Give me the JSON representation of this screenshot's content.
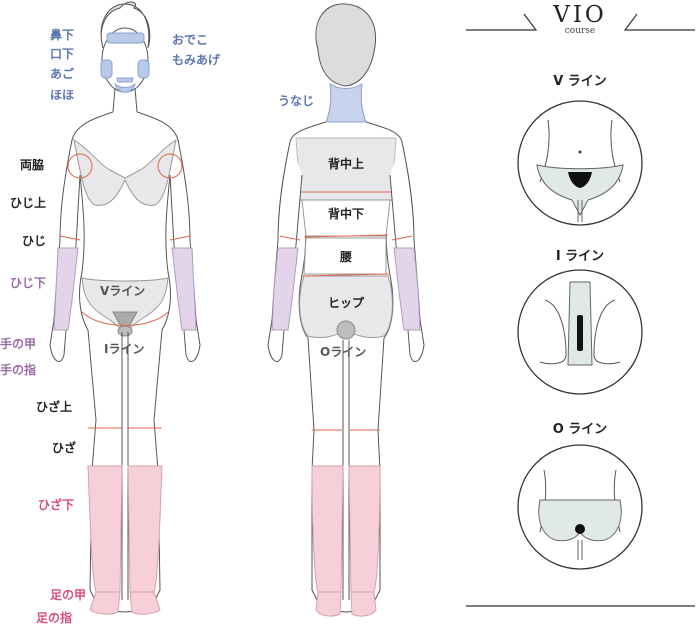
{
  "course": {
    "title": "VIO",
    "subtitle": "course"
  },
  "front": {
    "face_left": [
      "鼻下",
      "口下",
      "あご",
      "ほほ"
    ],
    "face_right": [
      "おでこ",
      "もみあげ"
    ],
    "body_left": {
      "ryowaki": "両脇",
      "hijiue": "ひじ上",
      "hiji": "ひじ",
      "hijishita": "ひじ下",
      "tenoko": "手の甲",
      "tenoyubi": "手の指",
      "hizaue": "ひざ上",
      "hiza": "ひざ",
      "hizashita": "ひざ下",
      "ashinoko": "足の甲",
      "ashinoyubi": "足の指"
    },
    "v_line": "Vライン",
    "i_line": "Iライン"
  },
  "back": {
    "unaji": "うなじ",
    "senakaue": "背中上",
    "senakashita": "背中下",
    "koshi": "腰",
    "hip": "ヒップ",
    "o_line": "Oライン"
  },
  "panels": [
    {
      "label": "V ライン"
    },
    {
      "label": "I ライン"
    },
    {
      "label": "O ライン"
    }
  ],
  "colors": {
    "face": "#5b77b0",
    "arm": "#9a6aa8",
    "leg": "#d8507a",
    "arm_fill": "#e3d4ea",
    "leg_fill": "#f7cfd9",
    "face_fill": "#b9c9ea",
    "red_line": "#e0664e"
  }
}
